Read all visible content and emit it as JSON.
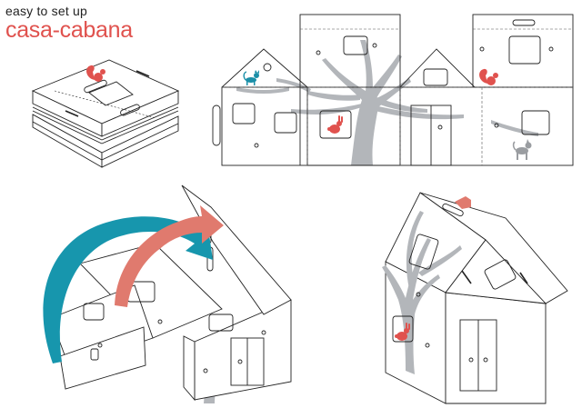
{
  "header": {
    "tagline": "easy to set up",
    "brand": "casa-cabana"
  },
  "colors": {
    "accent_red": "#e0524e",
    "arrow_teal": "#1796ad",
    "arrow_salmon": "#e07a6e",
    "tree_gray": "#b3b6ba",
    "cat_teal": "#1a8fa8",
    "dog_gray": "#9a9da1",
    "line": "#222222"
  },
  "steps": [
    {
      "name": "folded-flat-pack"
    },
    {
      "name": "unfolded-panels"
    },
    {
      "name": "assembly-in-progress"
    },
    {
      "name": "assembled-playhouse"
    }
  ]
}
